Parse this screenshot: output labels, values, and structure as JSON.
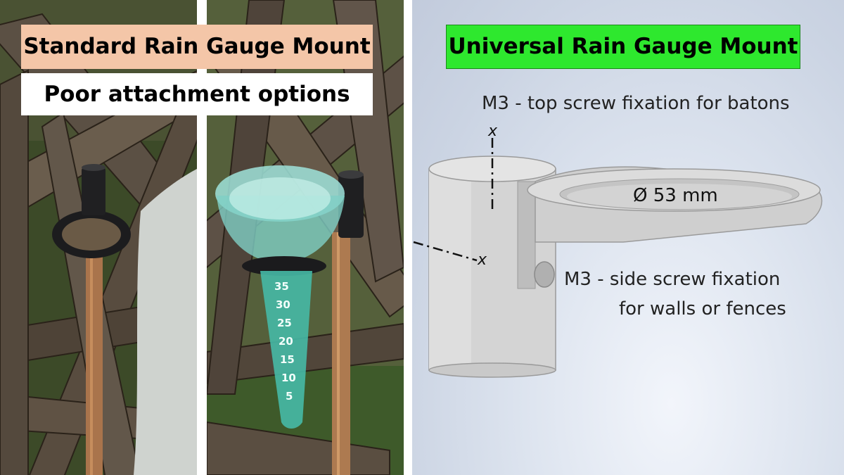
{
  "left_panel": {
    "title": "Standard Rain Gauge Mount",
    "subtitle": "Poor attachment options"
  },
  "right_panel": {
    "title": "Universal Rain Gauge Mount",
    "top_note": "M3 - top screw fixation for batons",
    "side_note_line1": "M3 - side screw fixation",
    "side_note_line2": "for walls or fences",
    "diameter_label": "Ø 53 mm",
    "axis_label_top": "x",
    "axis_label_side": "x"
  },
  "gauge_scale": [
    "35",
    "30",
    "25",
    "20",
    "15",
    "10",
    "5"
  ],
  "colors": {
    "title_left_bg": "#f4c6a8",
    "title_right_bg": "#2ee82e",
    "render_bg": "#d6dde9"
  }
}
